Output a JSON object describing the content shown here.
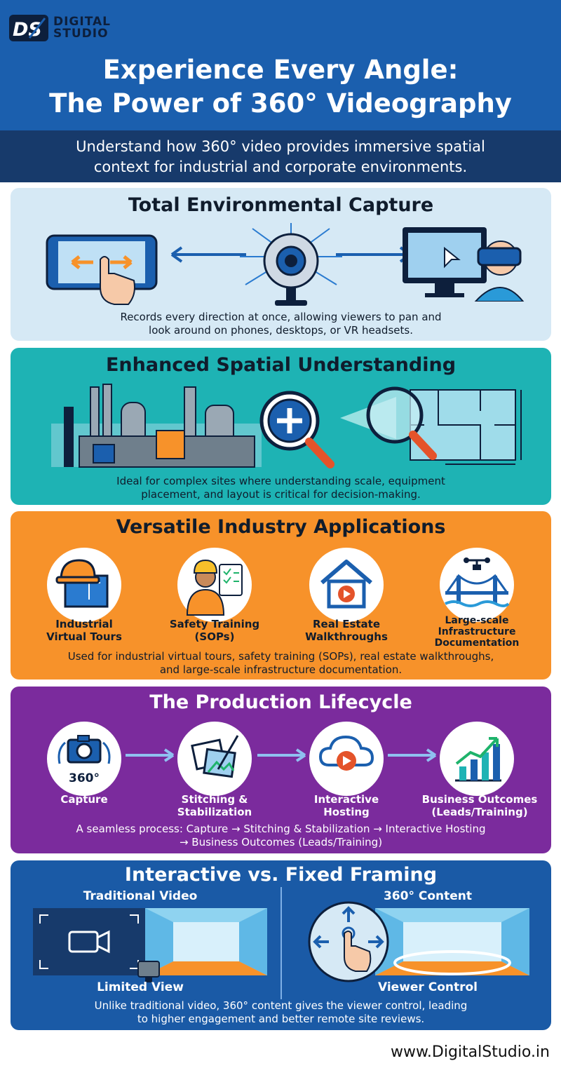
{
  "brand": {
    "line1": "DIGITAL",
    "line2": "STUDIO"
  },
  "title": {
    "line1": "Experience Every Angle:",
    "line2": "The Power of 360° Videography"
  },
  "subtitle": {
    "line1": "Understand how 360° video provides immersive spatial",
    "line2": "context for industrial and corporate environments."
  },
  "sections": {
    "capture": {
      "title": "Total Environmental Capture",
      "desc1": "Records every direction at once, allowing viewers to pan and",
      "desc2": "look around on phones, desktops, or VR headsets."
    },
    "spatial": {
      "title": "Enhanced Spatial Understanding",
      "desc1": "Ideal for complex sites where understanding scale, equipment",
      "desc2": "placement, and layout is critical for decision-making."
    },
    "applications": {
      "title": "Versatile Industry Applications",
      "items": [
        {
          "l1": "Industrial",
          "l2": "Virtual Tours",
          "l3": ""
        },
        {
          "l1": "Safety Training",
          "l2": "(SOPs)",
          "l3": ""
        },
        {
          "l1": "Real Estate",
          "l2": "Walkthroughs",
          "l3": ""
        },
        {
          "l1": "Large-scale",
          "l2": "Infrastructure",
          "l3": "Documentation"
        }
      ],
      "desc1": "Used for industrial virtual tours, safety training (SOPs), real estate walkthroughs,",
      "desc2": "and large-scale infrastructure documentation."
    },
    "lifecycle": {
      "title": "The Production Lifecycle",
      "badge": "360°",
      "steps": [
        {
          "l1": "Capture",
          "l2": ""
        },
        {
          "l1": "Stitching &",
          "l2": "Stabilization"
        },
        {
          "l1": "Interactive",
          "l2": "Hosting"
        },
        {
          "l1": "Business Outcomes",
          "l2": "(Leads/Training)"
        }
      ],
      "desc1": "A seamless process: Capture → Stitching & Stabilization → Interactive Hosting",
      "desc2": "→ Business Outcomes (Leads/Training)"
    },
    "framing": {
      "title": "Interactive vs. Fixed Framing",
      "left_header": "Traditional Video",
      "right_header": "360° Content",
      "left_caption": "Limited View",
      "right_caption": "Viewer Control",
      "desc1": "Unlike traditional video, 360° content gives the viewer control, leading",
      "desc2": "to higher engagement and better remote site reviews."
    }
  },
  "footer": {
    "url": "www.DigitalStudio.in"
  },
  "colors": {
    "header": "#1b5fae",
    "subbar": "#173a6b",
    "capture_bg": "#d6e9f5",
    "spatial_bg": "#1eb3b4",
    "applications_bg": "#f7922a",
    "lifecycle_bg": "#7b2b9d",
    "framing_bg": "#1a5aa6"
  },
  "icons": [
    "logo-mark",
    "phone-swipe-icon",
    "camera-360-icon",
    "vr-headset-icon",
    "factory-icon",
    "magnifier-plus-icon",
    "floorplan-magnifier-icon",
    "hardhat-blueprint-icon",
    "worker-clipboard-icon",
    "house-play-icon",
    "bridge-drone-icon",
    "camera-icon",
    "photo-stitch-icon",
    "cloud-play-icon",
    "growth-chart-icon",
    "video-camera-icon",
    "hand-pan-icon"
  ]
}
